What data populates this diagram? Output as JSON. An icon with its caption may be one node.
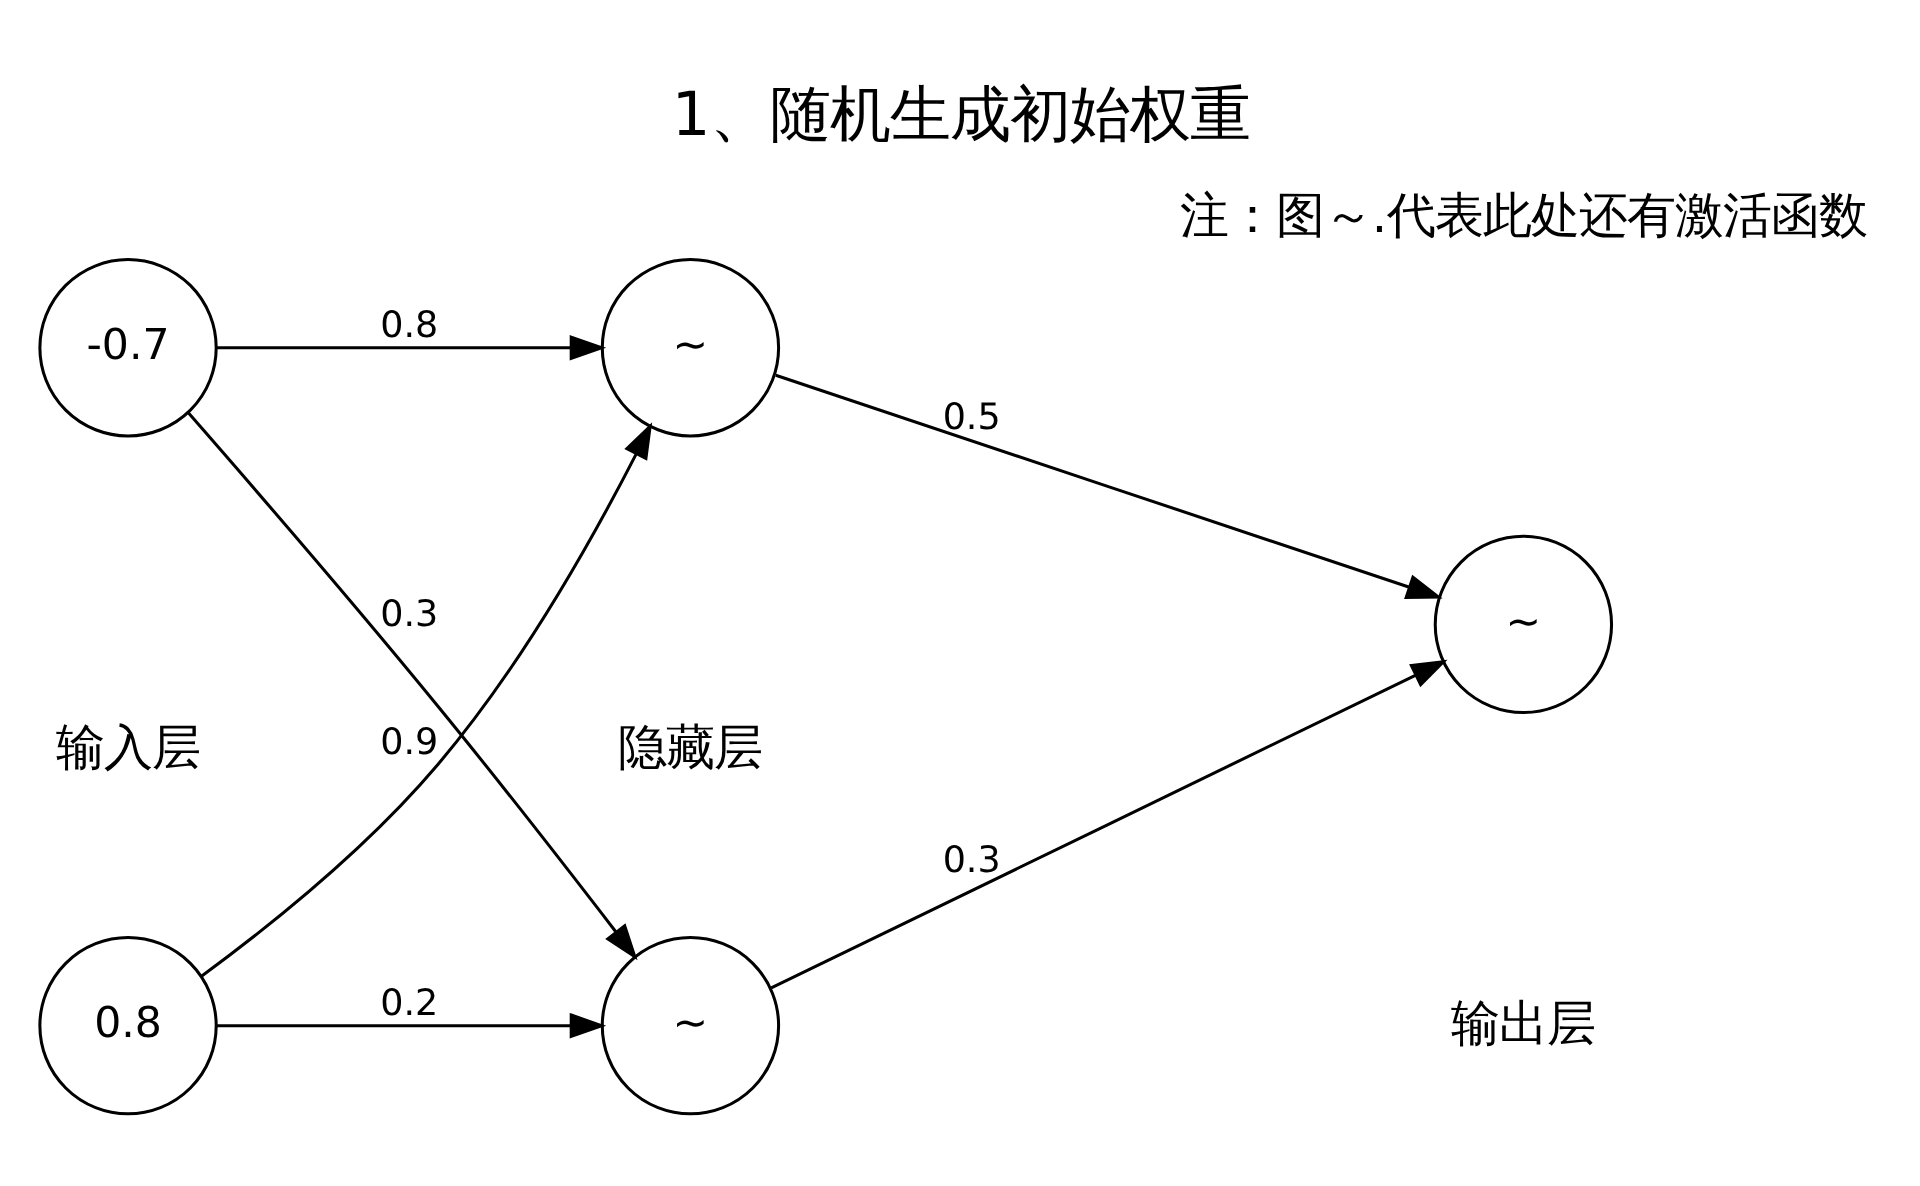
{
  "diagram": {
    "title": "1、随机生成初始权重",
    "nodes": [
      {
        "text": [
          "0.8"
        ]
      },
      {
        "text": [
          "-0.7"
        ]
      },
      {
        "text": [
          "~"
        ]
      },
      {
        "text": [
          "~"
        ]
      },
      {
        "text": [
          "~"
        ]
      }
    ],
    "edges": [
      {
        "from": 0,
        "to": 2,
        "arrow": "to",
        "label": "0.2"
      },
      {
        "from": 0,
        "to": 3,
        "arrow": "to",
        "label": "0.9"
      },
      {
        "from": 1,
        "to": 2,
        "arrow": "to",
        "label": "0.3"
      },
      {
        "from": 1,
        "to": 3,
        "arrow": "to",
        "label": "0.8"
      },
      {
        "from": 2,
        "to": 4,
        "arrow": "to",
        "label": "0.3"
      },
      {
        "from": 3,
        "to": 4,
        "arrow": "to",
        "label": "0.5"
      }
    ],
    "labels": [
      "注：图～.代表此处还有激活函数",
      "输入层",
      "隐藏层",
      "输出层"
    ]
  }
}
